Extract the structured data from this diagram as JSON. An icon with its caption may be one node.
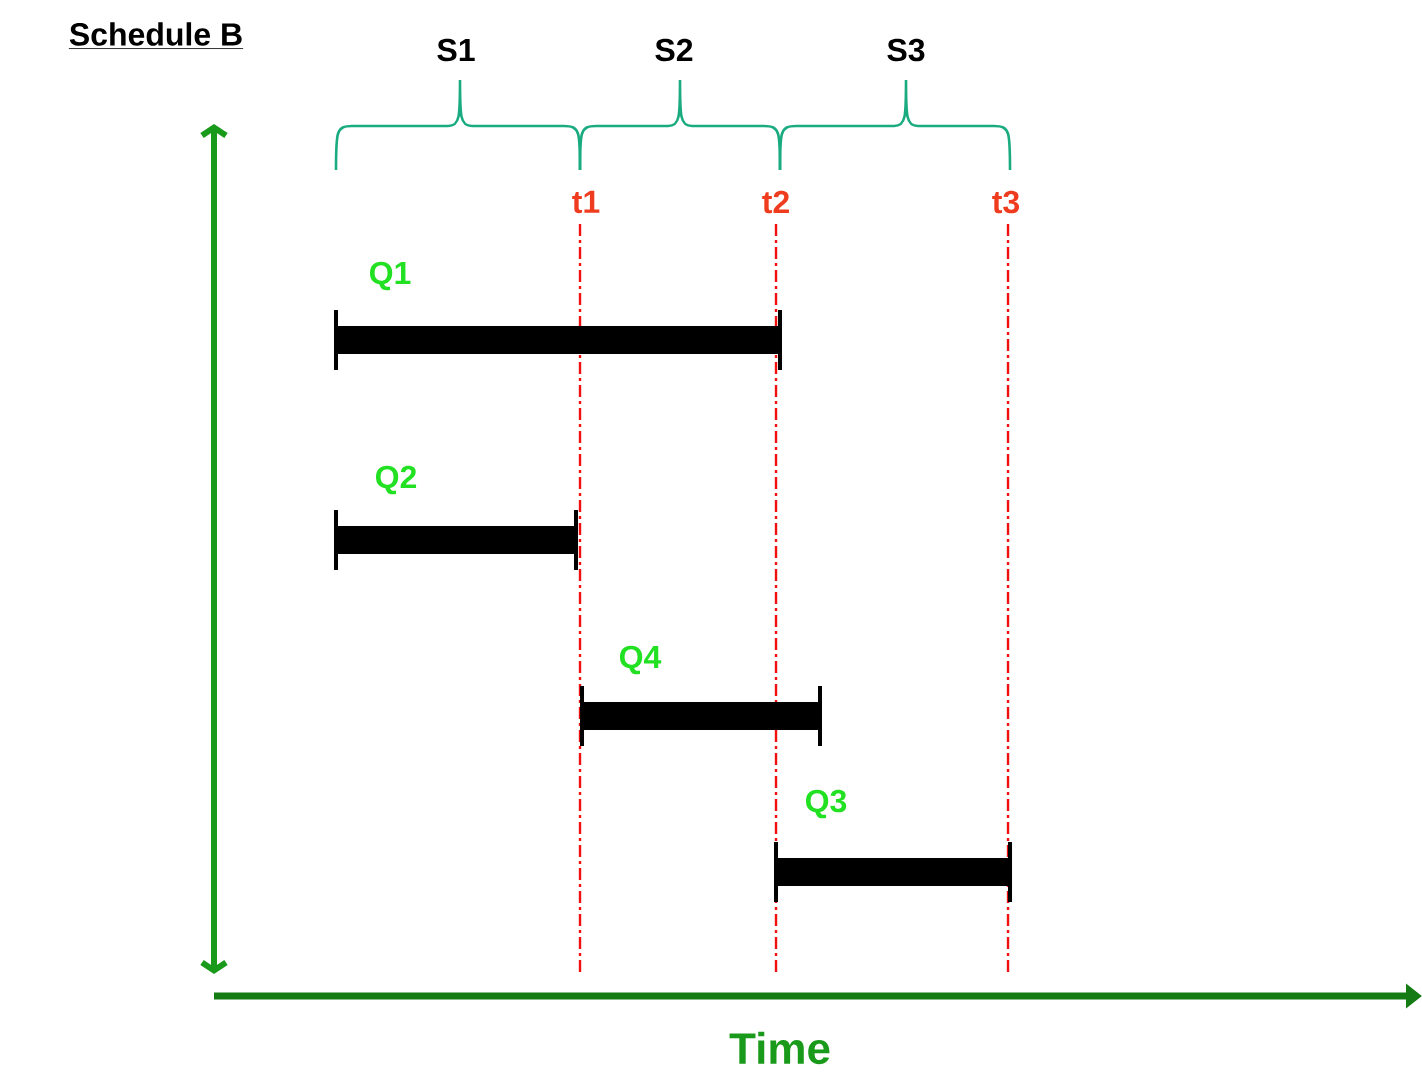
{
  "diagram": {
    "title": "Schedule  B",
    "labels": [
      "S1",
      "S2",
      "S3",
      "t1",
      "t2",
      "t3",
      "Q1",
      "Q2",
      "Q4",
      "Q3",
      "Time"
    ]
  }
}
